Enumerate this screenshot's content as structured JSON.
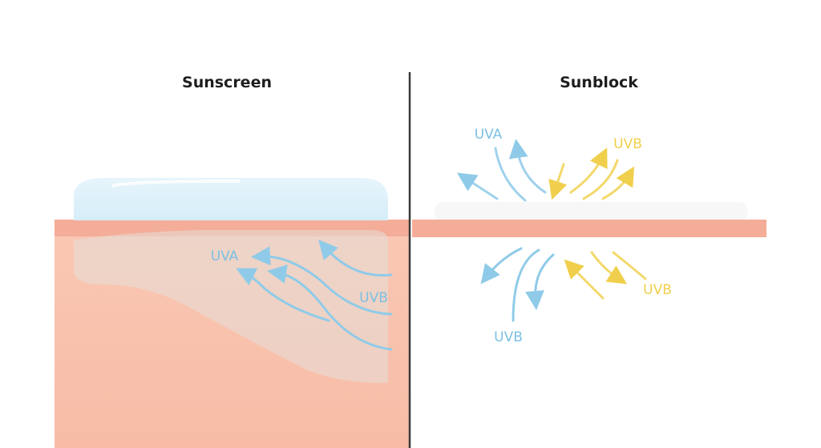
{
  "diagram": {
    "left_panel": {
      "title": "Sunscreen",
      "labels": {
        "uva": "UVA",
        "uvb": "UVB"
      },
      "description": "Sunscreen layer absorbed into skin; UV rays absorbed within layer"
    },
    "right_panel": {
      "title": "Sunblock",
      "labels": {
        "uva_top": "UVA",
        "uvb_top": "UVB",
        "uvb_bottom_right": "UVB",
        "uvb_bottom_left": "UVB"
      },
      "description": "Sunblock layer sits on skin surface and reflects UVA/UVB rays"
    },
    "colors": {
      "skin": "#f8c2ad",
      "skin_band": "#f2a996",
      "uva": "#6fbbe0",
      "uvb_yellow": "#f0cf4c",
      "divider": "#3a3a3a",
      "sunscreen_layer": "#d8eef9"
    }
  }
}
